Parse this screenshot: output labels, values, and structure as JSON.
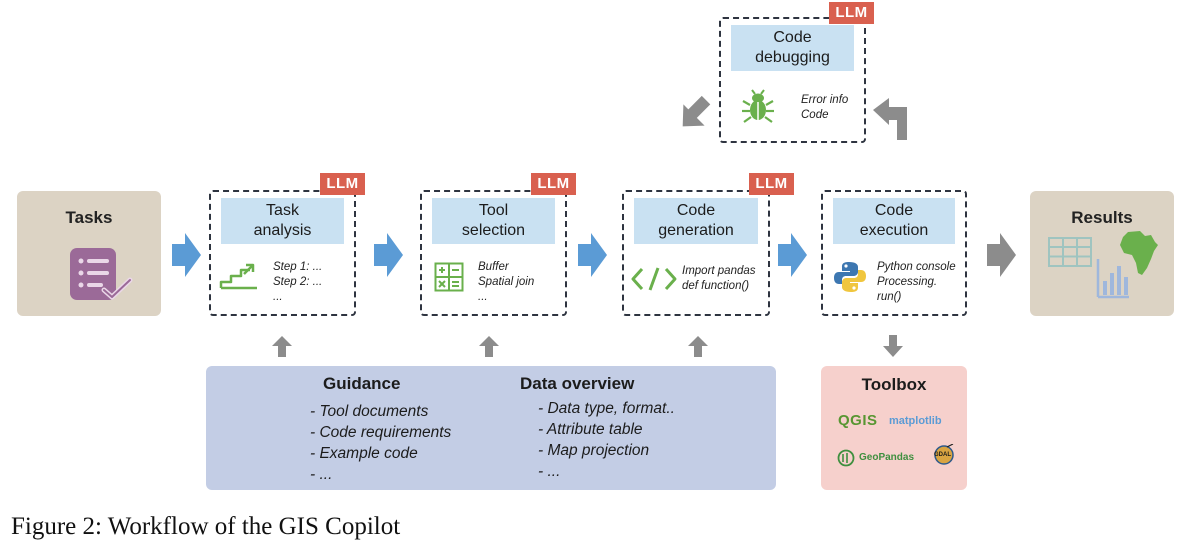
{
  "tasks": {
    "label": "Tasks"
  },
  "results": {
    "label": "Results"
  },
  "llm_badge": "LLM",
  "stages": {
    "task_analysis": {
      "title_line1": "Task",
      "title_line2": "analysis",
      "lines": [
        "Step 1: ...",
        "Step 2: ...",
        "..."
      ]
    },
    "tool_selection": {
      "title_line1": "Tool",
      "title_line2": "selection",
      "lines": [
        "Buffer",
        "Spatial join",
        "..."
      ]
    },
    "code_generation": {
      "title_line1": "Code",
      "title_line2": "generation",
      "lines": [
        "Import pandas",
        "def function()"
      ]
    },
    "code_execution": {
      "title_line1": "Code",
      "title_line2": "execution",
      "lines": [
        "Python console",
        "Processing.",
        "run()"
      ]
    },
    "code_debugging": {
      "title_line1": "Code",
      "title_line2": "debugging",
      "lines": [
        "Error info",
        "Code"
      ]
    }
  },
  "guidance": {
    "title": "Guidance",
    "items": [
      "- Tool documents",
      "- Code requirements",
      "- Example code",
      "- ..."
    ]
  },
  "data_overview": {
    "title": "Data overview",
    "items": [
      "- Data type, format..",
      "- Attribute table",
      "- Map projection",
      "- ..."
    ]
  },
  "toolbox": {
    "title": "Toolbox",
    "logos": {
      "qgis": "QGIS",
      "matplotlib": "matplotlib",
      "geopandas": "GeoPandas",
      "gdal": "GDAL"
    }
  },
  "caption": "Figure 2: Workflow of the GIS Copilot",
  "colors": {
    "flow_arrow": "#5b9bd5",
    "gray_arrow": "#8c8c8c",
    "llm_badge": "#d9604f",
    "stage_header": "#c9e1f2",
    "side_box": "#dcd3c4",
    "panel": "#c3cde5",
    "toolbox": "#f6d0cc",
    "icon_green": "#6ab04c"
  }
}
